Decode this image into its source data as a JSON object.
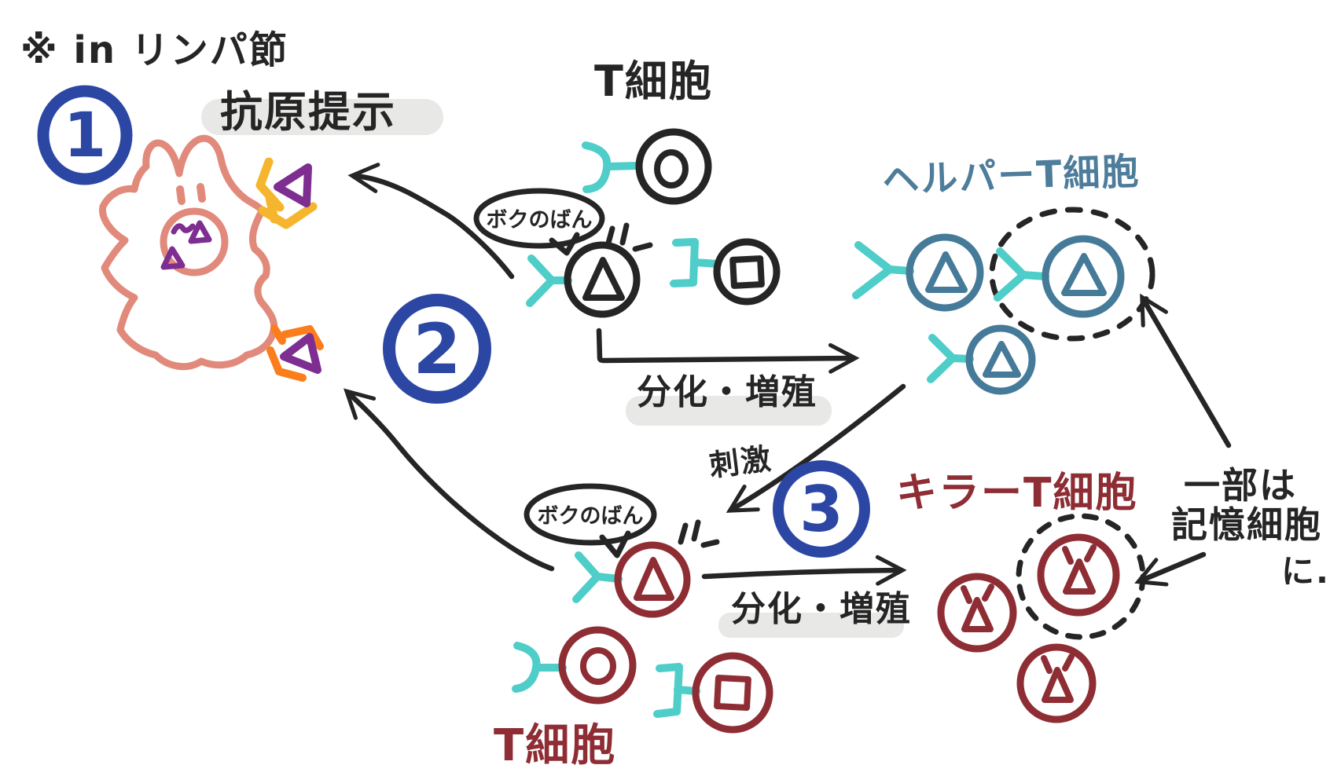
{
  "figure": {
    "kind": "hand-drawn immunology whiteboard diagram",
    "background": "#ffffff"
  },
  "colors": {
    "ink": "#252525",
    "dendritic_cell": "#e18a7b",
    "antigen_purple": "#7d2e90",
    "mhc_top_yellow": "#f5b52d",
    "mhc_bottom_orange": "#fb7d1c",
    "receptor_cyan": "#4fcdc9",
    "step_badge_blue": "#2c47a3",
    "helper_t_blue": "#4e7d9b",
    "killer_t_red": "#8e2d34",
    "highlight_gray": "#e8e8e6"
  },
  "annotations": {
    "location_note": "※ in リンパ節",
    "antigen_presentation": "抗原提示",
    "differentiation_top": "分化・増殖",
    "differentiation_bottom": "分化・増殖",
    "stimulation": "刺激",
    "memory_note_line1": "一部は",
    "memory_note_line2": "記憶細胞",
    "memory_note_line3": "に."
  },
  "steps": {
    "one": "1",
    "two": "2",
    "three": "3"
  },
  "cells": {
    "t_cell_label_top": "T細胞",
    "t_cell_label_bottom": "T細胞",
    "helper_t_label": "ヘルパーT細胞",
    "killer_t_label": "キラーT細胞",
    "antigen_shapes": [
      "O",
      "△",
      "口"
    ]
  },
  "speech": {
    "top_bubble": "ボクのばん",
    "bottom_bubble": "ボクのばん"
  }
}
